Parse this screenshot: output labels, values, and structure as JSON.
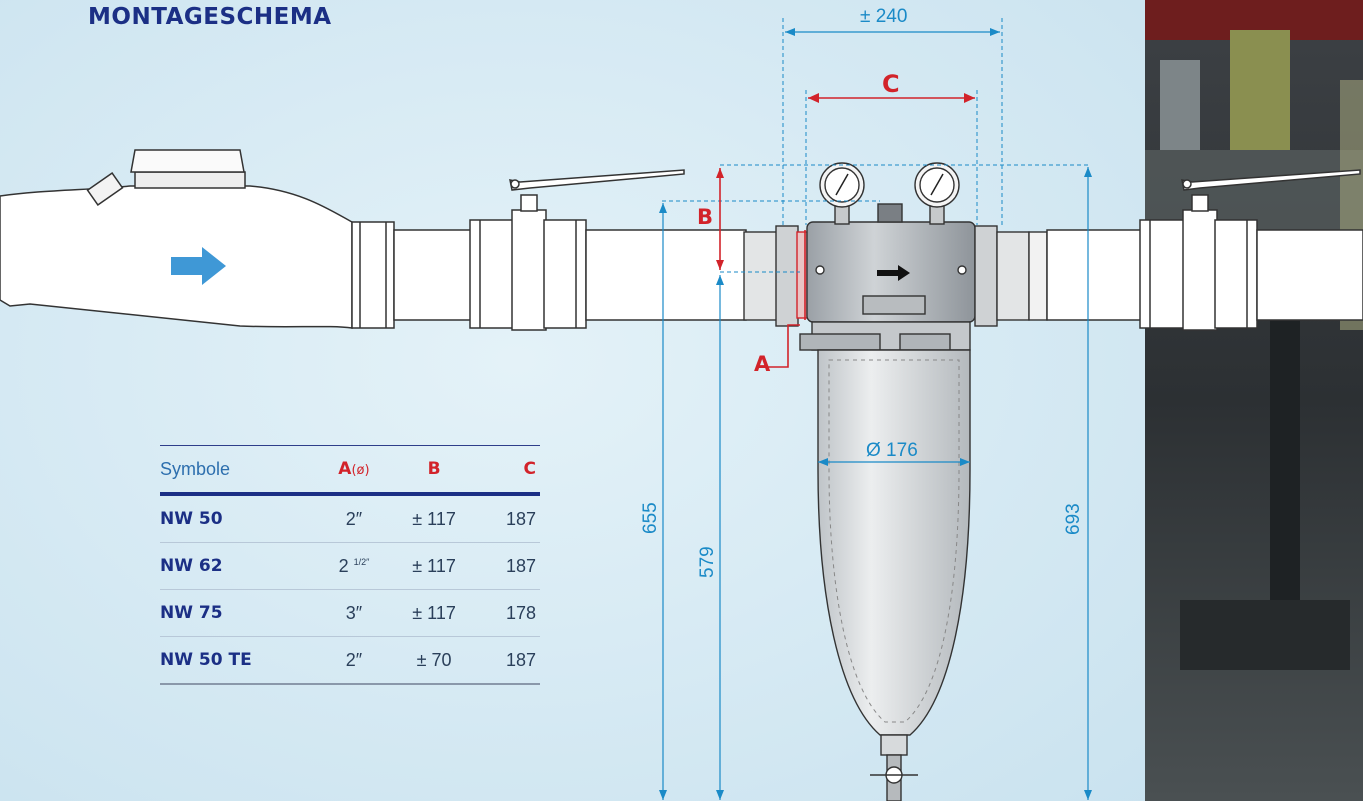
{
  "title": "MONTAGESCHEMA",
  "dimensions": {
    "top_width": "± 240",
    "c_label": "C",
    "b_label": "B",
    "a_label": "A",
    "diameter": "Ø 176",
    "height_left_outer": "655",
    "height_left_inner": "579",
    "height_right": "693"
  },
  "flow_arrow_icon": "right-arrow-icon",
  "table": {
    "headers": {
      "symbol": "Symbole",
      "a": "A",
      "a_sub": "(ø)",
      "b": "B",
      "c": "C"
    },
    "rows": [
      {
        "name": "NW 50",
        "a": "2″",
        "a_sup": "",
        "b": "± 117",
        "c": "187"
      },
      {
        "name": "NW 62",
        "a": "2",
        "a_sup": "1/2″",
        "b": "± 117",
        "c": "187"
      },
      {
        "name": "NW 75",
        "a": "3″",
        "a_sup": "",
        "b": "± 117",
        "c": "178"
      },
      {
        "name": "NW 50 TE",
        "a": "2″",
        "a_sup": "",
        "b": "± 70",
        "c": "187"
      }
    ]
  },
  "colors": {
    "background": "#d7ebf5",
    "title": "#1b2f85",
    "dimension": "#1a8ac7",
    "accent_red": "#d2232a",
    "flow_arrow": "#3f98d6"
  }
}
